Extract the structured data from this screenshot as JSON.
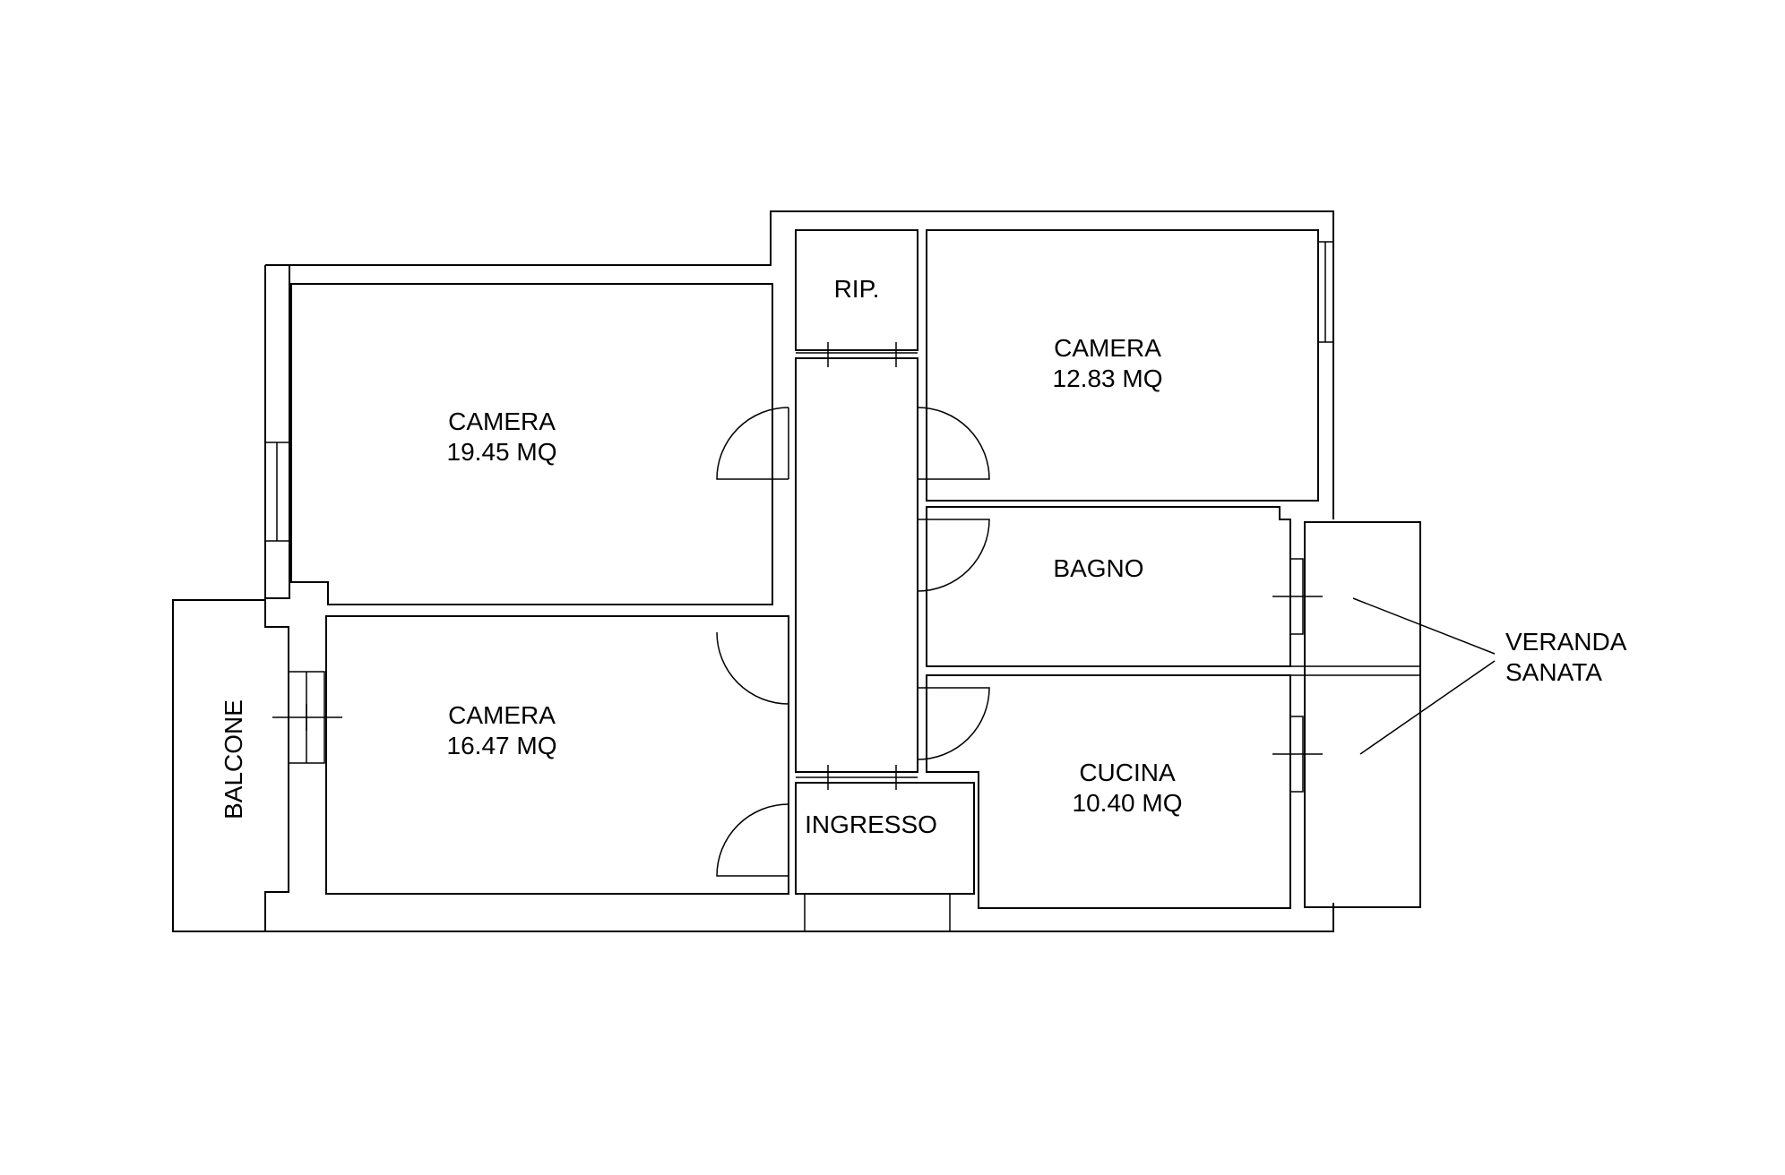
{
  "rooms": {
    "ripostiglio": {
      "name": "RIP."
    },
    "camera_nw": {
      "name": "CAMERA",
      "area": "19.45 MQ"
    },
    "camera_ne": {
      "name": "CAMERA",
      "area": "12.83 MQ"
    },
    "bagno": {
      "name": "BAGNO"
    },
    "camera_sw": {
      "name": "CAMERA",
      "area": "16.47 MQ"
    },
    "cucina": {
      "name": "CUCINA",
      "area": "10.40 MQ"
    },
    "ingresso": {
      "name": "INGRESSO"
    },
    "balcone": {
      "name": "BALCONE"
    }
  },
  "annotations": {
    "veranda_line1": "VERANDA",
    "veranda_line2": "SANATA"
  }
}
